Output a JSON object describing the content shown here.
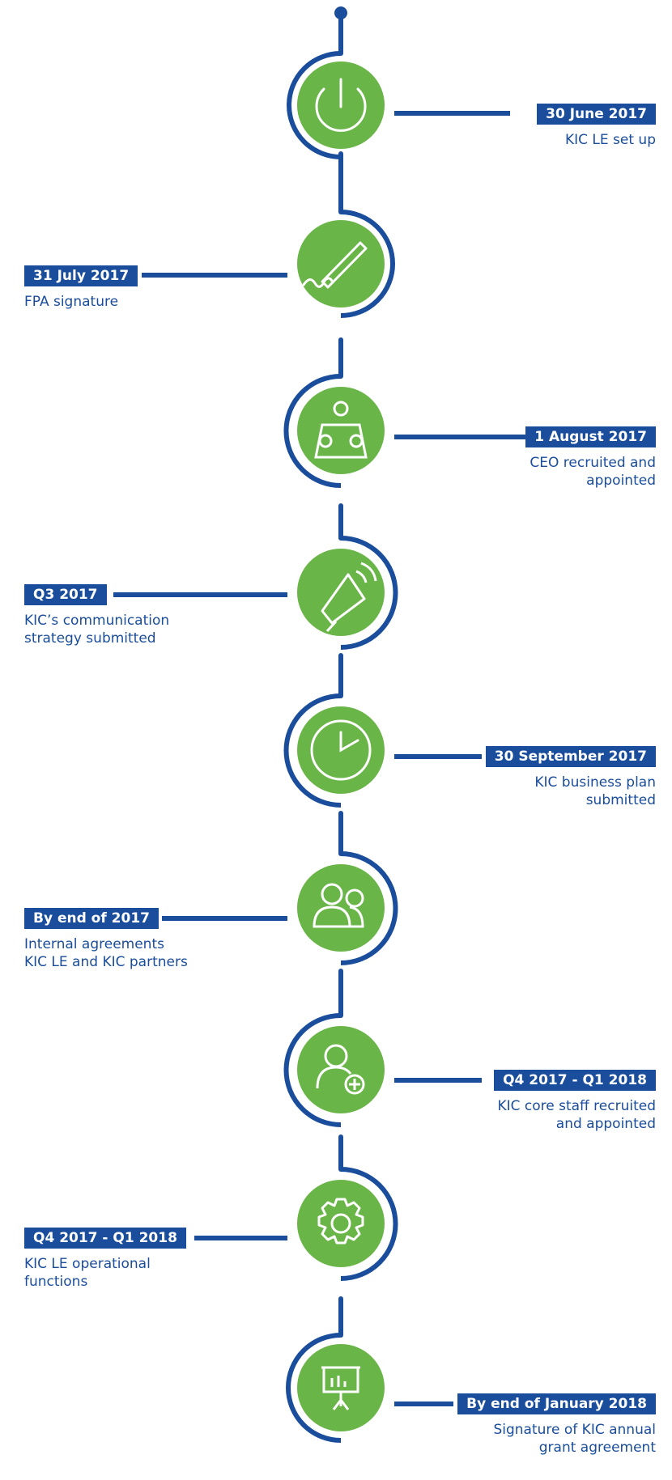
{
  "colors": {
    "line": "#1a4d9b",
    "circle": "#6ab547",
    "icon": "#ffffff"
  },
  "milestones": [
    {
      "date": "30 June 2017",
      "text": [
        "KIC LE set up"
      ],
      "icon": "power-icon"
    },
    {
      "date": "31 July 2017",
      "text": [
        "FPA signature"
      ],
      "icon": "pen-signature-icon"
    },
    {
      "date": "1 August 2017",
      "text": [
        "CEO recruited and",
        "appointed"
      ],
      "icon": "meeting-icon"
    },
    {
      "date": "Q3 2017",
      "text": [
        "KIC’s communication",
        "strategy submitted"
      ],
      "icon": "megaphone-icon"
    },
    {
      "date": "30 September 2017",
      "text": [
        "KIC business plan",
        "submitted"
      ],
      "icon": "clock-icon"
    },
    {
      "date": "By end of 2017",
      "text": [
        "Internal agreements",
        "KIC LE and KIC partners"
      ],
      "icon": "people-icon"
    },
    {
      "date": "Q4 2017 - Q1 2018",
      "text": [
        "KIC core staff recruited",
        "and appointed"
      ],
      "icon": "add-user-icon"
    },
    {
      "date": "Q4 2017 - Q1 2018",
      "text": [
        "KIC LE operational",
        "functions"
      ],
      "icon": "gear-icon"
    },
    {
      "date": "By end of January 2018",
      "text": [
        "Signature of KIC annual",
        "grant agreement"
      ],
      "icon": "presentation-icon"
    }
  ]
}
